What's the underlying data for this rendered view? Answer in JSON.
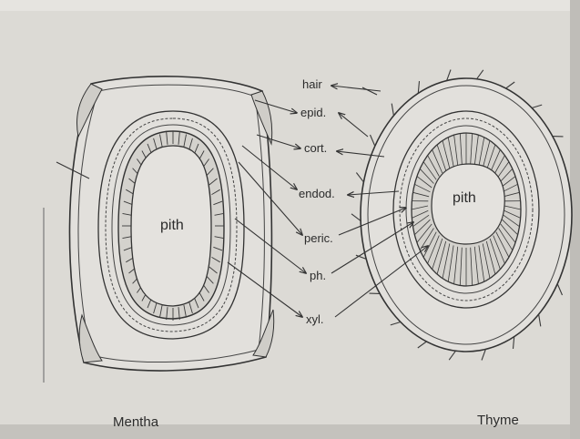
{
  "diagram": {
    "labels": {
      "hair": "hair",
      "epid": "epid.",
      "cort": "cort.",
      "endod": "endod.",
      "peric": "peric.",
      "ph": "ph.",
      "xyl": "xyl."
    },
    "left_specimen": {
      "pith_label": "pith",
      "caption": "Mentha"
    },
    "right_specimen": {
      "pith_label": "pith",
      "caption": "Thyme"
    }
  }
}
